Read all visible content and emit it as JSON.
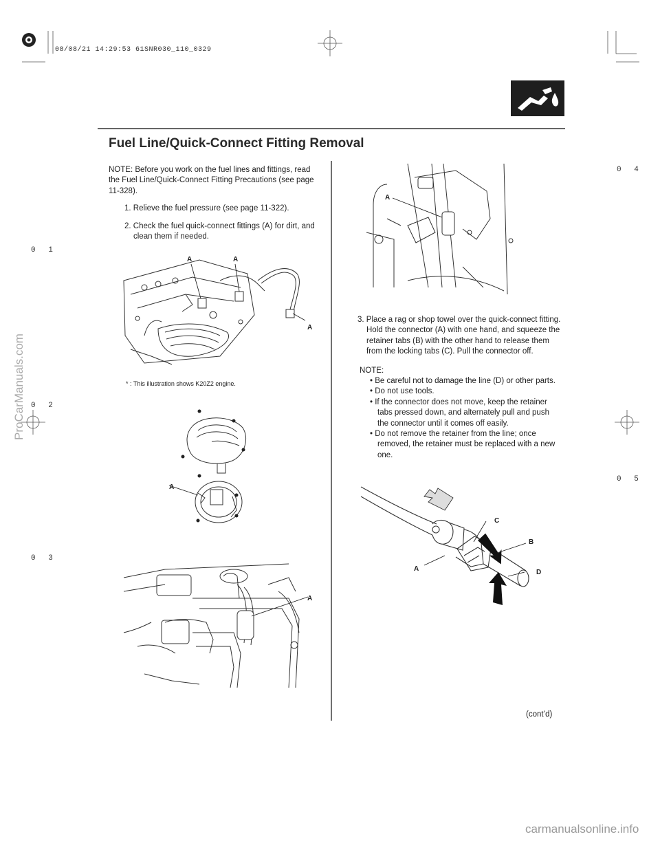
{
  "header": {
    "timestamp": "08/08/21 14:29:53 61SNR030_110_0329",
    "title": "Fuel Line/Quick-Connect Fitting Removal"
  },
  "margin_numbers": [
    "0 1",
    "0 2",
    "0 3",
    "0 4",
    "0 5"
  ],
  "left_column": {
    "note": "NOTE: Before you work on the fuel lines and fittings, read the Fuel Line/Quick-Connect Fitting Precautions (see page 11-328).",
    "step1": "1. Relieve the fuel pressure (see page 11-322).",
    "step2": "2. Check the fuel quick-connect fittings (A) for dirt, and clean them if needed.",
    "fig1_caption": "* : This illustration shows K20Z2 engine.",
    "callout_a": "A"
  },
  "right_column": {
    "step3": "3. Place a rag or shop towel over the quick-connect fitting. Hold the connector (A) with one hand, and squeeze the retainer tabs (B) with the other hand to release them from the locking tabs (C). Pull the connector off.",
    "note_label": "NOTE:",
    "notes": [
      "• Be careful not to damage the line (D) or other parts.",
      "• Do not use tools.",
      "• If the connector does not move, keep the retainer tabs pressed down, and alternately pull and push the connector until it comes off easily.",
      "• Do not remove the retainer from the line; once removed, the retainer must be replaced with a new one."
    ],
    "callouts": {
      "a": "A",
      "b": "B",
      "c": "C",
      "d": "D"
    },
    "contd": "(cont’d)"
  },
  "watermarks": {
    "side": "ProCarManuals.com",
    "bottom": "carmanualsonline.info"
  },
  "icons": {
    "section": "fuel-nozzle-icon"
  }
}
